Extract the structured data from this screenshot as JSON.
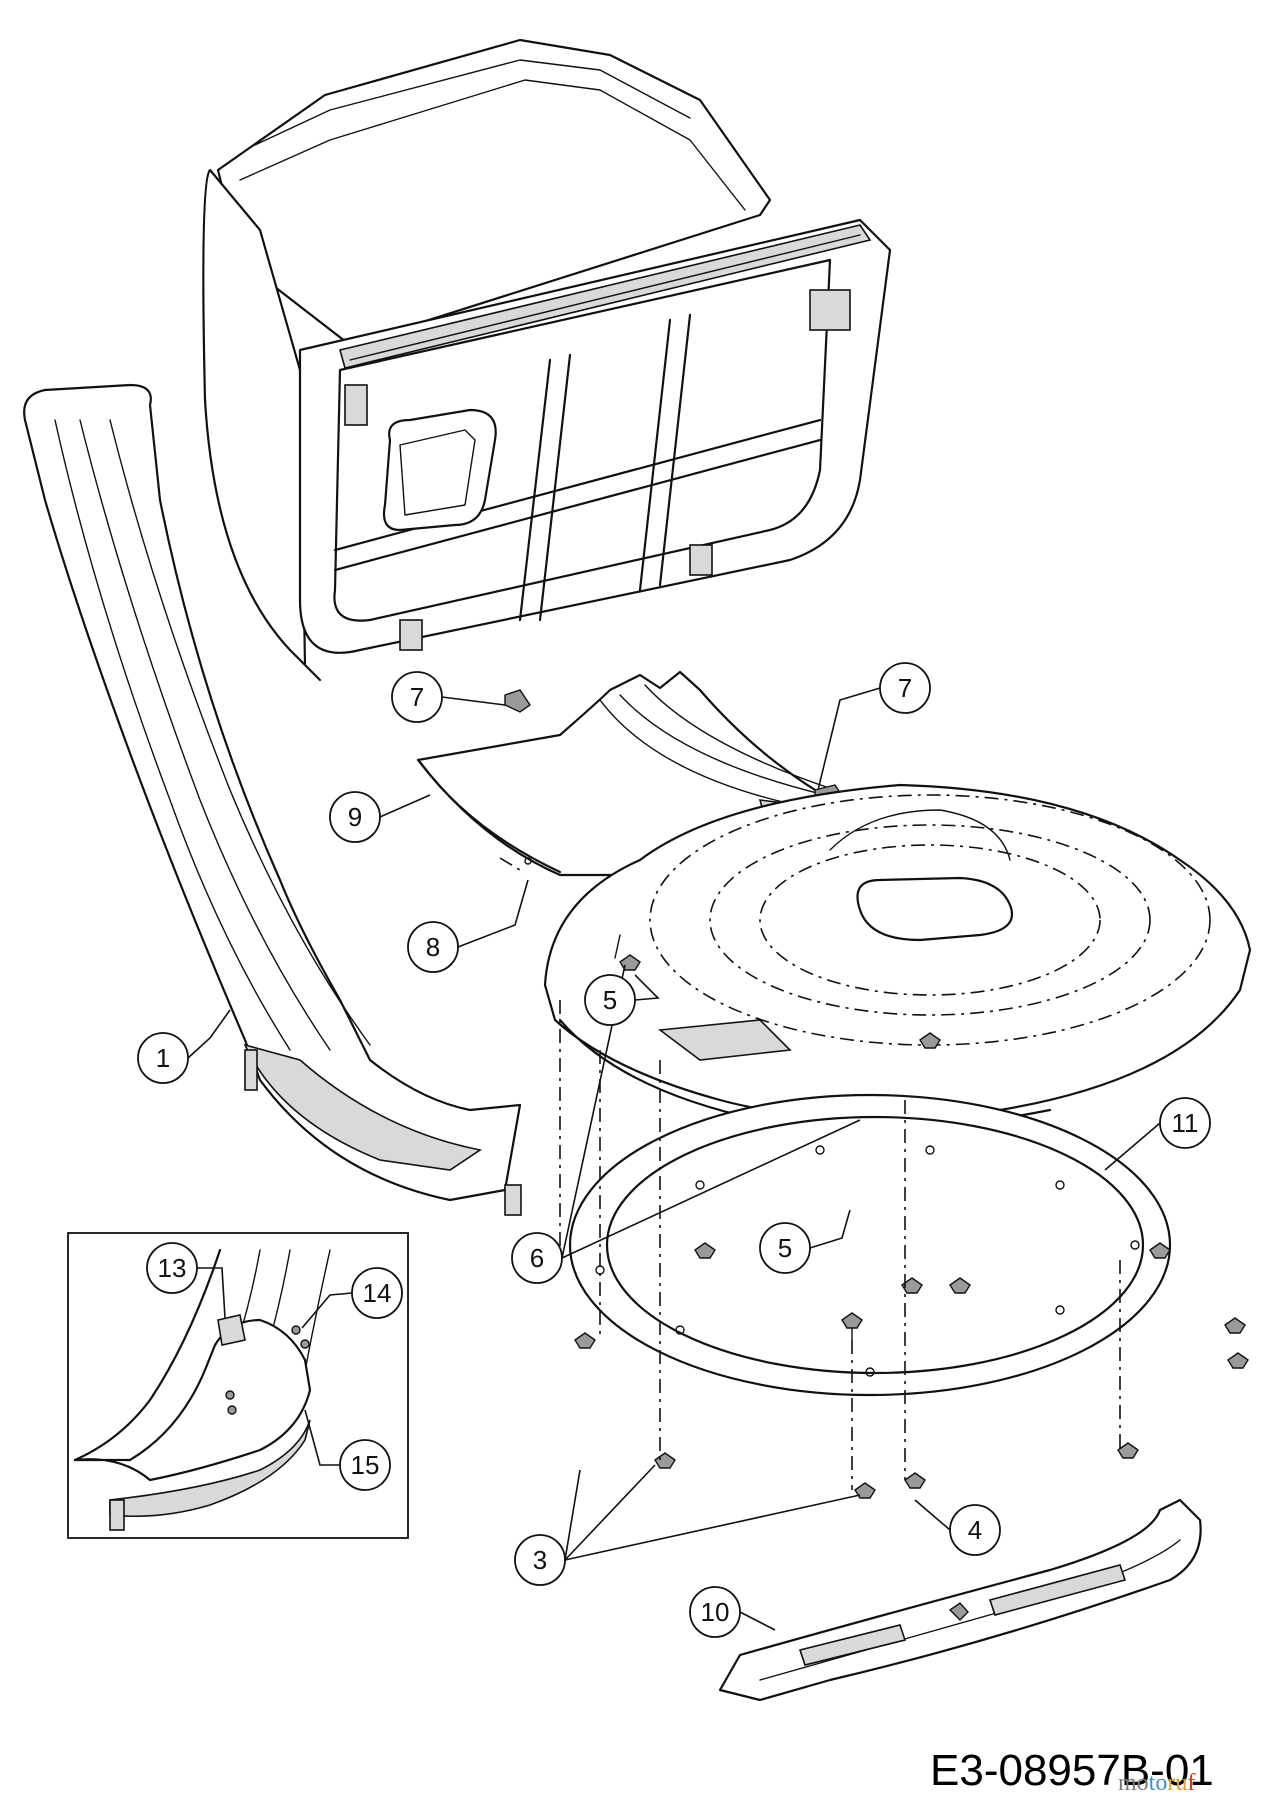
{
  "callouts": [
    {
      "label": "1"
    },
    {
      "label": "3"
    },
    {
      "label": "4"
    },
    {
      "label": "5"
    },
    {
      "label": "5"
    },
    {
      "label": "6"
    },
    {
      "label": "7"
    },
    {
      "label": "7"
    },
    {
      "label": "8"
    },
    {
      "label": "9"
    },
    {
      "label": "10"
    },
    {
      "label": "11"
    },
    {
      "label": "13"
    },
    {
      "label": "14"
    },
    {
      "label": "15"
    }
  ],
  "drawing_code": "E3-08957B-01",
  "watermark": {
    "text": "motoruf",
    "colors": [
      "#7a7a7a",
      "#3a8fd6",
      "#e6a21a",
      "#c0392b"
    ]
  }
}
